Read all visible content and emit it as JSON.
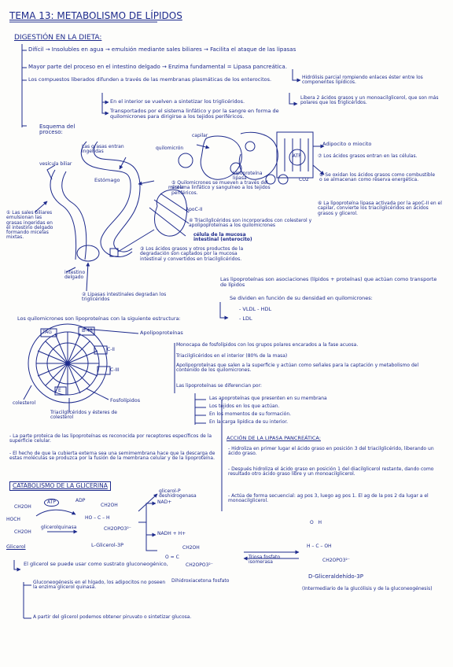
{
  "title": "TEMA 13: METABOLISMO DE LÍPIDOS",
  "digestion": {
    "heading": "DIGESTIÓN EN LA DIETA:",
    "l1": "Difícil → Insolubles en agua → emulsión mediante sales biliares → Facilita el ataque de las lipasas",
    "l2": "Mayor parte del proceso en el intestino delgado → Enzima fundamental = Lipasa pancreática.",
    "l2b": "Hidrólisis parcial rompiendo enlaces éster entre los componentes lipídicos.",
    "l2c": "Libera 2 ácidos grasos y un monoacilglicerol, que son más polares que los triglicéridos.",
    "l3": "Los compuestos liberados difunden a través de las membranas plasmáticas de los enterocitos.",
    "l3b": "En el interior se vuelven a sintetizar los triglicéridos.",
    "l3c": "Transportados por el sistema linfático y por la sangre en forma de quilomicrones para dirigirse a los tejidos periféricos.",
    "esquema": "Esquema del proceso:"
  },
  "diagram": {
    "grasas": "Las grasas entran ingeridas",
    "vesicula": "vesícula biliar",
    "estomago": "Estómago",
    "step1": "① Las sales biliares emulsionan las grasas ingeridas en el intestino delgado formando micelas mixtas.",
    "intestino": "intestino delgado",
    "step2": "② Lipasas intestinales degradan los triglicéridos",
    "micela": "micela",
    "capilar": "capilar",
    "quilomicron": "quilomicrón",
    "step3": "③ Los ácidos grasos y otros productos de la degradación son captados por la mucosa intestinal y convertidos en triacilglicéridos.",
    "step4": "④ Triacilglicéridos son incorporados con colesterol y apolipoproteínas a los quilomicrones",
    "celula": "célula de la mucosa intestinal (enterocito)",
    "step5": "⑤ Quilomicrones se mueven a través del sistema linfático y sanguíneo a los tejidos periféricos.",
    "lipoprot": "Lipoproteína lipasa",
    "apoc": "ApoC-II",
    "step6": "⑥ La lipoproteína lipasa activada por la apoC-II en el capilar, convierte los triacilglicéridos en ácidos grasos y glicerol.",
    "adipocito": "Adipocito o miocito",
    "step7": "⑦ Los ácidos grasos entran en las células.",
    "step8": "⑧ Se oxidan los ácidos grasos como combustible o se almacenan como reserva energética.",
    "atp": "ATP",
    "co2": "CO2"
  },
  "lipoproteinas": {
    "l1": "Las lipoproteínas son asociaciones (lípidos + proteínas) que actúan como transporte de lípidos",
    "l2": "Se dividen en función de su densidad en quilomicrones:",
    "vldl": "- VLDL  - HDL",
    "ldl": "- LDL",
    "estructura": "Los quilomicrones son lipoproteínas con la siguiente estructura:"
  },
  "estructura": {
    "tag": "TAG",
    "apo": "Apolipoproteínas",
    "bl1": "Monocapa de fosfolípidos con los grupos polares encarados a la fase acuosa.",
    "bl2": "Triacilglicéridos en el interior (80% de la masa)",
    "bl3": "Apolipoproteínas que salen a la superficie y actúan como señales para la captación y metabolismo del contenido de los quilomicrones.",
    "bl4": "Las lipoproteínas se diferencian por:",
    "d1": "Las apoproteínas que presenten en su membrana",
    "d2": "Los tejidos en los que actúan.",
    "d3": "En los momentos de su formación.",
    "d4": "En la carga lipídica de su interior.",
    "colesterol": "colesterol",
    "fosfolipidos": "Fosfolípidos",
    "trig_ester": "Triacilglicéridos y ésteres de colesterol",
    "apo_c2": "C-II",
    "apo_c3": "C-III",
    "apo_e": "E",
    "apo_b48": "B-48",
    "bottom1": "- La parte proteica de las lipoproteínas es reconocida por receptores específicos de la superficie celular.",
    "bottom2": "- El hecho de que la cubierta externa sea una semimembrana hace que la descarga de estas moléculas se produzca por la fusión de la membrana celular y de la lipoproteína."
  },
  "catabolismo": {
    "heading": "CATABOLISMO DE LA GLICERINA",
    "atp": "ATP",
    "adp": "ADP",
    "ch2oh": "CH2OH",
    "hoch": "HOCH",
    "glicerolquinasa": "glicerolquinasa",
    "ho_c_h": "HO – C – H",
    "ch2opo3": "CH2OPO3²⁻",
    "glicerol": "Glicerol",
    "g3p": "L-Glicerol-3P",
    "deshidrogenasa": "glicerol-P deshidrogenasa",
    "nad": "NAD+",
    "nadh": "NADH + H+",
    "dhap": "Dihidroxiacetona fosfato",
    "isomerasa": "Triosa fosfato isomerasa",
    "gap": "D-Gliceraldehído-3P",
    "gap_note": "(Intermediario de la glucólisis y de la gluconeogénesis)",
    "use1": "El glicerol se puede usar como sustrato gluconeogénico,",
    "use2": "Gluconeogénesis en el hígado, los adipocitos no poseen la enzima glicerol quinasa.",
    "use3": "A partir del glicerol podemos obtener piruvato o sintetizar glucosa."
  },
  "lipasa": {
    "heading": "ACCIÓN DE LA LIPASA PANCREÁTICA:",
    "p1": "- Hidroliza en primer lugar el ácido graso en posición 3 del triacilglicérido, liberando un ácido graso.",
    "p2": "- Después hidroliza el ácido graso en posición 1 del diacilglicerol restante, dando como resultado otro ácido graso libre y un monoacilglicerol.",
    "p3": "- Actúa de forma secuencial: ag pos 3, luego ag pos 1. El ag de la pos 2 da lugar a el monoacilglicerol."
  }
}
